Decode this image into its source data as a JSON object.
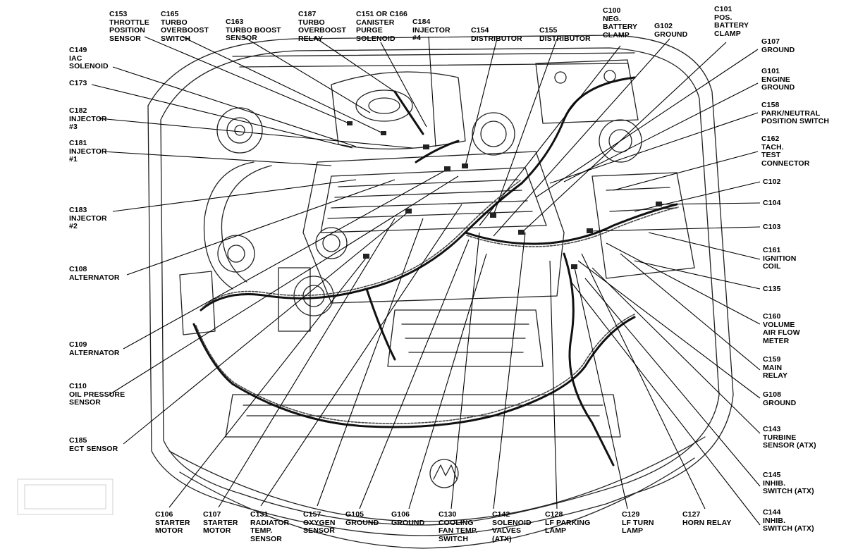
{
  "labels": {
    "c153": "C153\nTHROTTLE\nPOSITION\nSENSOR",
    "c165": "C165\nTURBO\nOVERBOOST\nSWITCH",
    "c163": "C163\nTURBO BOOST\nSENSOR",
    "c187": "C187\nTURBO\nOVERBOOST\nRELAY",
    "c151": "C151 OR C166\nCANISTER\nPURGE\nSOLENOID",
    "c184": "C184\nINJECTOR\n#4",
    "c154": "C154\nDISTRIBUTOR",
    "c155": "C155\nDISTRIBUTOR",
    "c100": "C100\nNEG.\nBATTERY\nCLAMP",
    "g102": "G102\nGROUND",
    "c101": "C101\nPOS.\nBATTERY\nCLAMP",
    "c149": "C149\nIAC\nSOLENOID",
    "c173": "C173",
    "c182": "C182\nINJECTOR\n#3",
    "c181": "C181\nINJECTOR\n#1",
    "c183": "C183\nINJECTOR\n#2",
    "c108": "C108\nALTERNATOR",
    "c109": "C109\nALTERNATOR",
    "c110": "C110\nOIL PRESSURE\nSENSOR",
    "c185": "C185\nECT SENSOR",
    "g107": "G107\nGROUND",
    "g101": "G101\nENGINE\nGROUND",
    "c158": "C158\nPARK/NEUTRAL\nPOSITION SWITCH",
    "c162": "C162\nTACH.\nTEST\nCONNECTOR",
    "c102": "C102",
    "c104": "C104",
    "c103": "C103",
    "c161": "C161\nIGNITION\nCOIL",
    "c135": "C135",
    "c160": "C160\nVOLUME\nAIR FLOW\nMETER",
    "c159": "C159\nMAIN\nRELAY",
    "g108": "G108\nGROUND",
    "c143": "C143\nTURBINE\nSENSOR (ATX)",
    "c145": "C145\nINHIB.\nSWITCH (ATX)",
    "c144": "C144\nINHIB.\nSWITCH (ATX)",
    "c106": "C106\nSTARTER\nMOTOR",
    "c107": "C107\nSTARTER\nMOTOR",
    "c131": "C131\nRADIATOR\nTEMP.\nSENSOR",
    "c157": "C157\nOXYGEN\nSENSOR",
    "g105": "G105\nGROUND",
    "g106": "G106\nGROUND",
    "c130": "C130\nCOOLING\nFAN TEMP.\nSWITCH",
    "c142": "C142\nSOLENOID\nVALVES\n(ATX)",
    "c128": "C128\nLF PARKING\nLAMP",
    "c129": "C129\nLF TURN\nLAMP",
    "c127": "C127\nHORN RELAY"
  }
}
